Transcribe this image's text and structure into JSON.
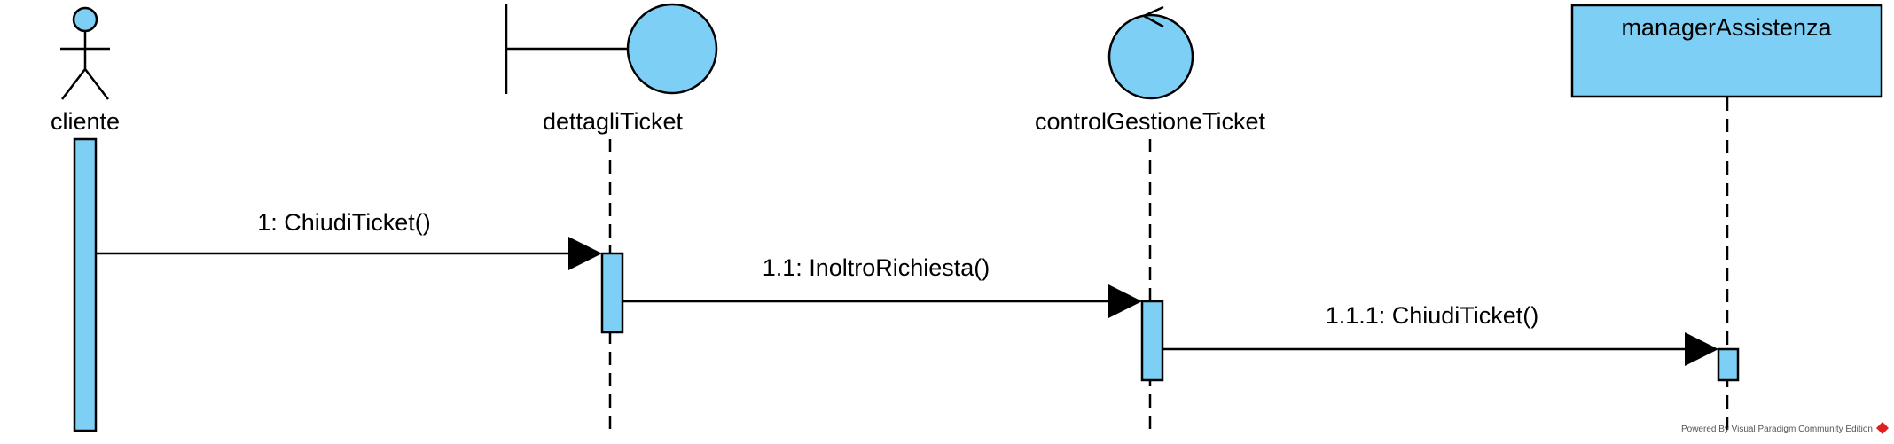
{
  "colors": {
    "fill": "#7ecff5",
    "stroke": "#000000",
    "background": "#ffffff",
    "watermark_icon": "#e02020"
  },
  "lifelines": [
    {
      "id": "cliente",
      "type": "actor",
      "label": "cliente"
    },
    {
      "id": "dettagliTicket",
      "type": "boundary",
      "label": "dettagliTicket"
    },
    {
      "id": "controlGestioneTicket",
      "type": "control",
      "label": "controlGestioneTicket"
    },
    {
      "id": "managerAssistenza",
      "type": "entity-box",
      "label": "managerAssistenza"
    }
  ],
  "messages": [
    {
      "number": "1",
      "label": "1: ChiudiTicket()",
      "from": "cliente",
      "to": "dettagliTicket"
    },
    {
      "number": "1.1",
      "label": "1.1: InoltroRichiesta()",
      "from": "dettagliTicket",
      "to": "controlGestioneTicket"
    },
    {
      "number": "1.1.1",
      "label": "1.1.1: ChiudiTicket()",
      "from": "controlGestioneTicket",
      "to": "managerAssistenza"
    }
  ],
  "watermark": {
    "text": "Powered By  Visual Paradigm Community Edition",
    "icon": "visual-paradigm-logo-icon"
  }
}
